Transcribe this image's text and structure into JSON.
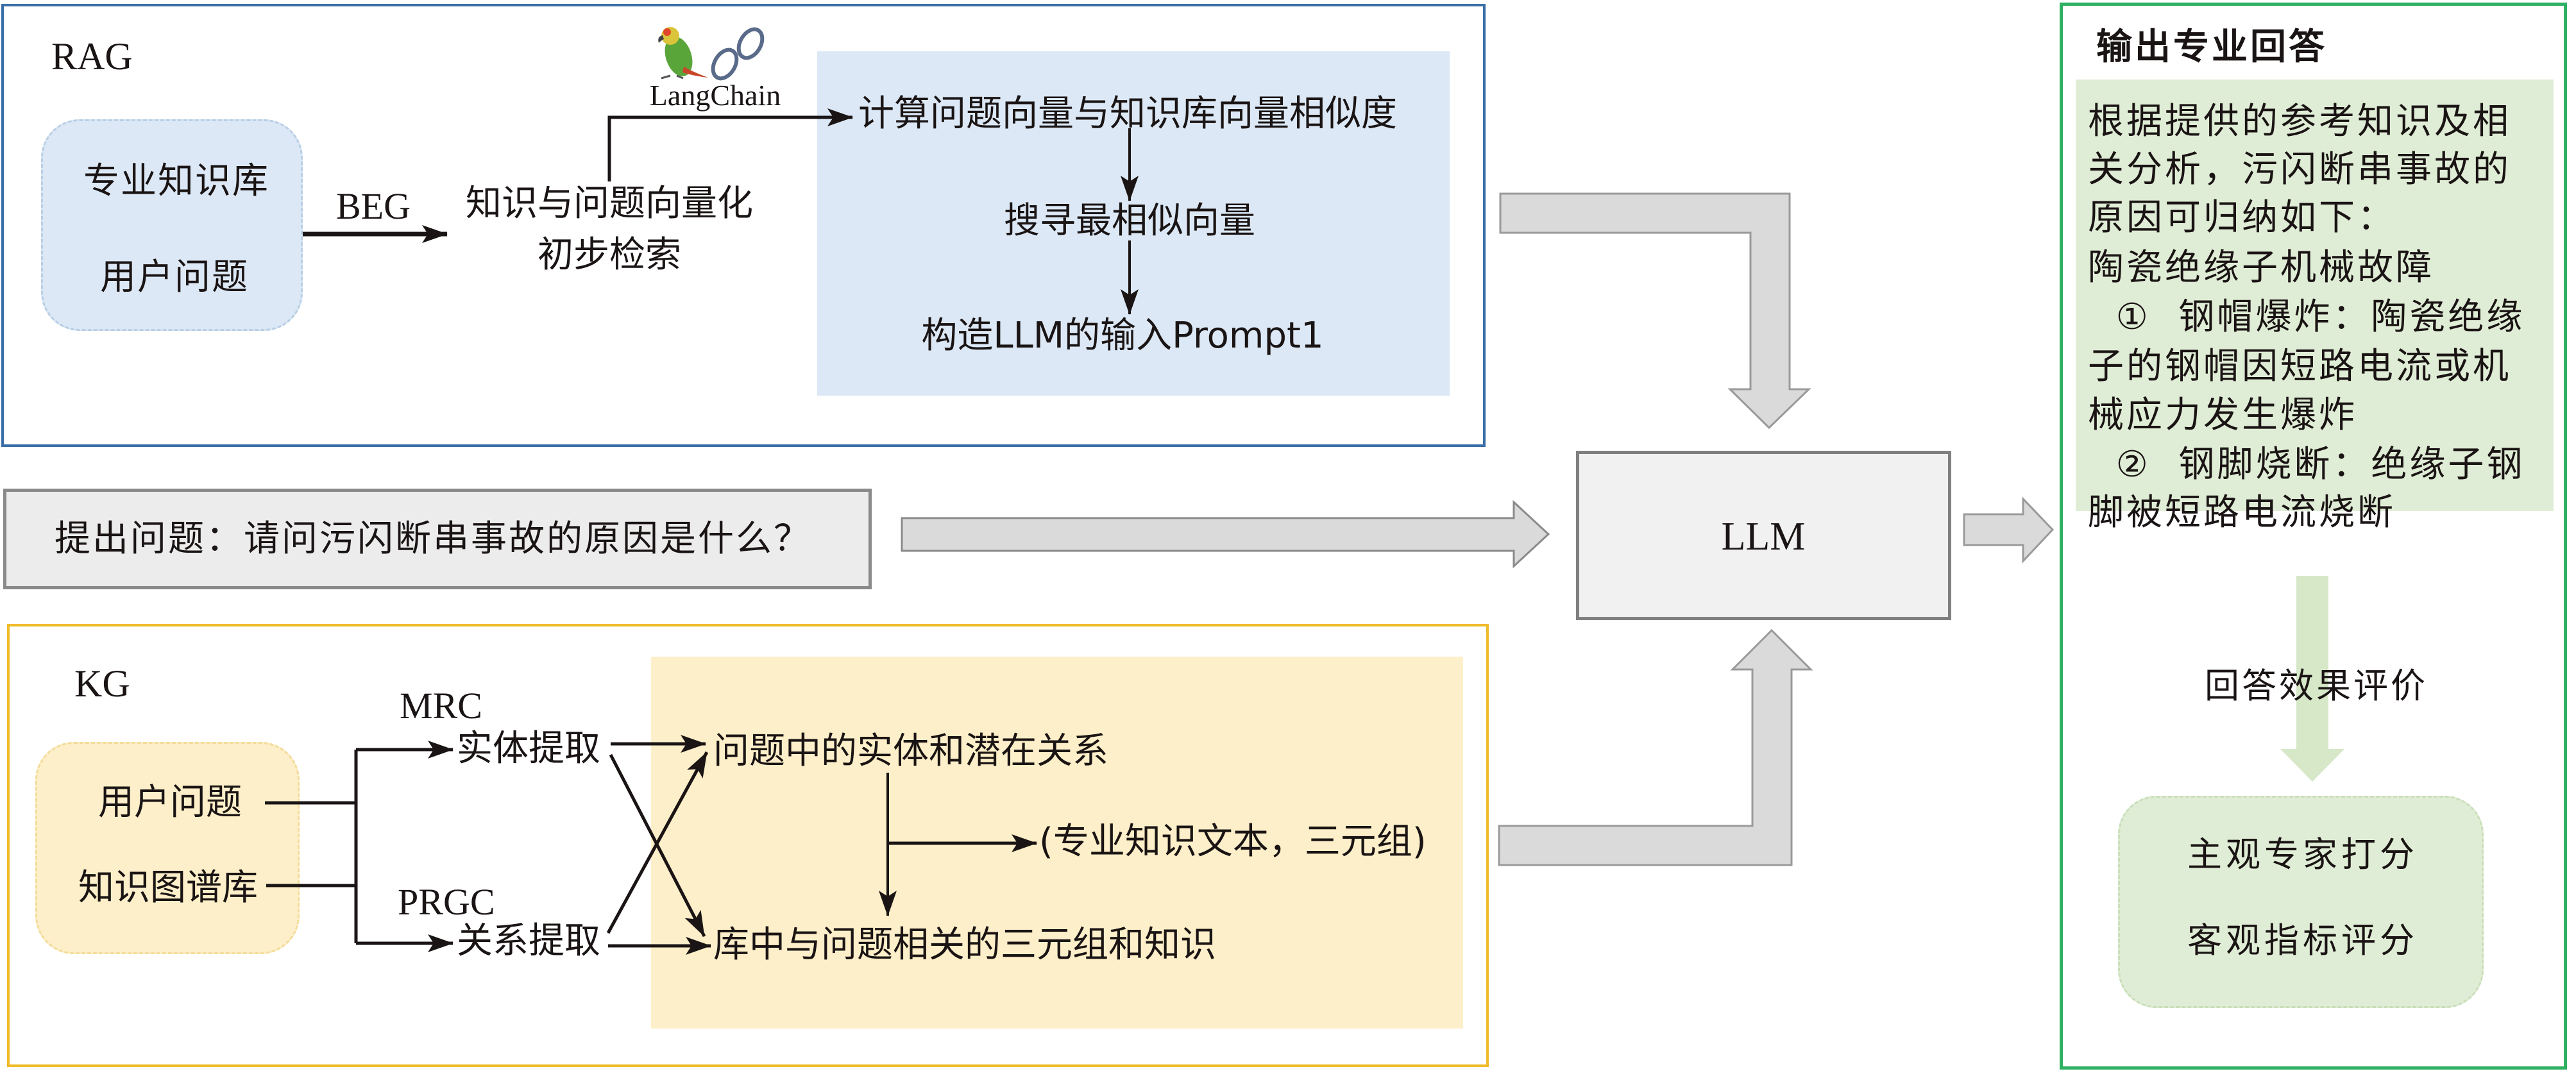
{
  "colors": {
    "rag_border": "#3a6ea8",
    "rag_fill": "#dce8f5",
    "kg_border": "#f0bc2c",
    "kg_fill": "#fdefc9",
    "output_border": "#2fb062",
    "output_fill": "#e0edd6",
    "gray_arrow": "#dadada",
    "gray_box": "#efefef",
    "line": "#1a1414"
  },
  "rag": {
    "title": "RAG",
    "sources": [
      "专业知识库",
      "用户问题"
    ],
    "embed_label": "BEG",
    "vectorize_lines": [
      "知识与问题向量化",
      "初步检索"
    ],
    "framework_label": "LangChain",
    "framework_icons": [
      "parrot-icon",
      "chain-link-icon"
    ],
    "steps": [
      "计算问题向量与知识库向量相似度",
      "搜寻最相似向量",
      "构造LLM的输入Prompt1"
    ]
  },
  "question": {
    "text": "提出问题：请问污闪断串事故的原因是什么？"
  },
  "llm": {
    "label": "LLM"
  },
  "kg": {
    "title": "KG",
    "sources": [
      "用户问题",
      "知识图谱库"
    ],
    "methods": [
      {
        "model": "MRC",
        "task": "实体提取"
      },
      {
        "model": "PRGC",
        "task": "关系提取"
      }
    ],
    "results": [
      "问题中的实体和潜在关系",
      "(专业知识文本，三元组)",
      "库中与问题相关的三元组和知识"
    ]
  },
  "output": {
    "title": "输出专业回答",
    "answer_lines": [
      "根据提供的参考知识及相",
      "关分析，污闪断串事故的",
      "原因可归纳如下：",
      "陶瓷绝缘子机械故障",
      "  ①  钢帽爆炸：陶瓷绝缘",
      "子的钢帽因短路电流或机",
      "械应力发生爆炸",
      "  ②  钢脚烧断：绝缘子钢",
      "脚被短路电流烧断"
    ],
    "evaluation_label": "回答效果评价",
    "evaluation_methods": [
      "主观专家打分",
      "客观指标评分"
    ]
  }
}
